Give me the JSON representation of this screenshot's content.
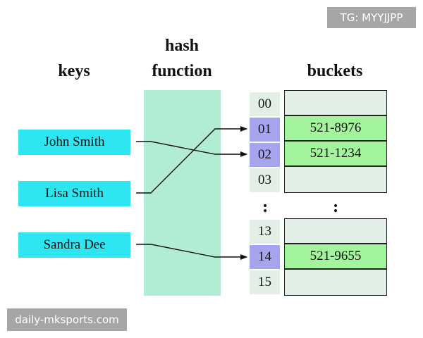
{
  "headings": {
    "keys": "keys",
    "hash_line1": "hash",
    "hash_line2": "function",
    "buckets": "buckets"
  },
  "keys": [
    "John Smith",
    "Lisa Smith",
    "Sandra Dee"
  ],
  "indices": [
    "00",
    "01",
    "02",
    "03",
    "13",
    "14",
    "15"
  ],
  "buckets": {
    "b01": "521-8976",
    "b02": "521-1234",
    "b14": "521-9655"
  },
  "ellipsis": ":",
  "watermarks": {
    "top_right": "TG: MYYJJPP",
    "bottom_left": "daily-mksports.com"
  },
  "colors": {
    "key_box": "#2ee6f2",
    "hash_column": "#b1ecd3",
    "index_default": "#e1efe7",
    "index_active": "#a5a5ee",
    "bucket_filled": "#a3f49c",
    "bucket_empty": "#e1efe7"
  }
}
